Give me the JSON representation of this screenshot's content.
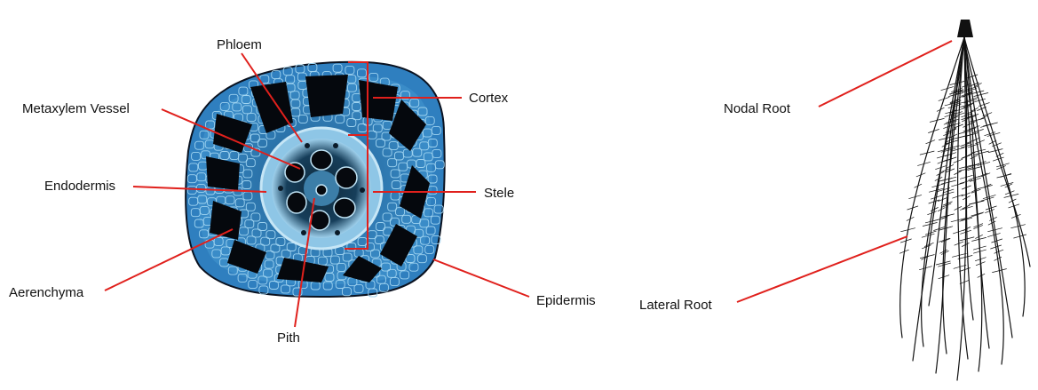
{
  "cross_section": {
    "labels": {
      "phloem": "Phloem",
      "cortex": "Cortex",
      "metaxylem_vessel": "Metaxylem Vessel",
      "endodermis": "Endodermis",
      "stele": "Stele",
      "aerenchyma": "Aerenchyma",
      "epidermis": "Epidermis",
      "pith": "Pith"
    }
  },
  "root_system": {
    "labels": {
      "nodal_root": "Nodal Root",
      "lateral_root": "Lateral Root"
    }
  },
  "colors": {
    "leader_line": "#e0201c",
    "tissue_dark": "#0a1018",
    "tissue_blue": "#2a78b8",
    "tissue_light": "#9ed0ec",
    "root_ink": "#111111"
  }
}
